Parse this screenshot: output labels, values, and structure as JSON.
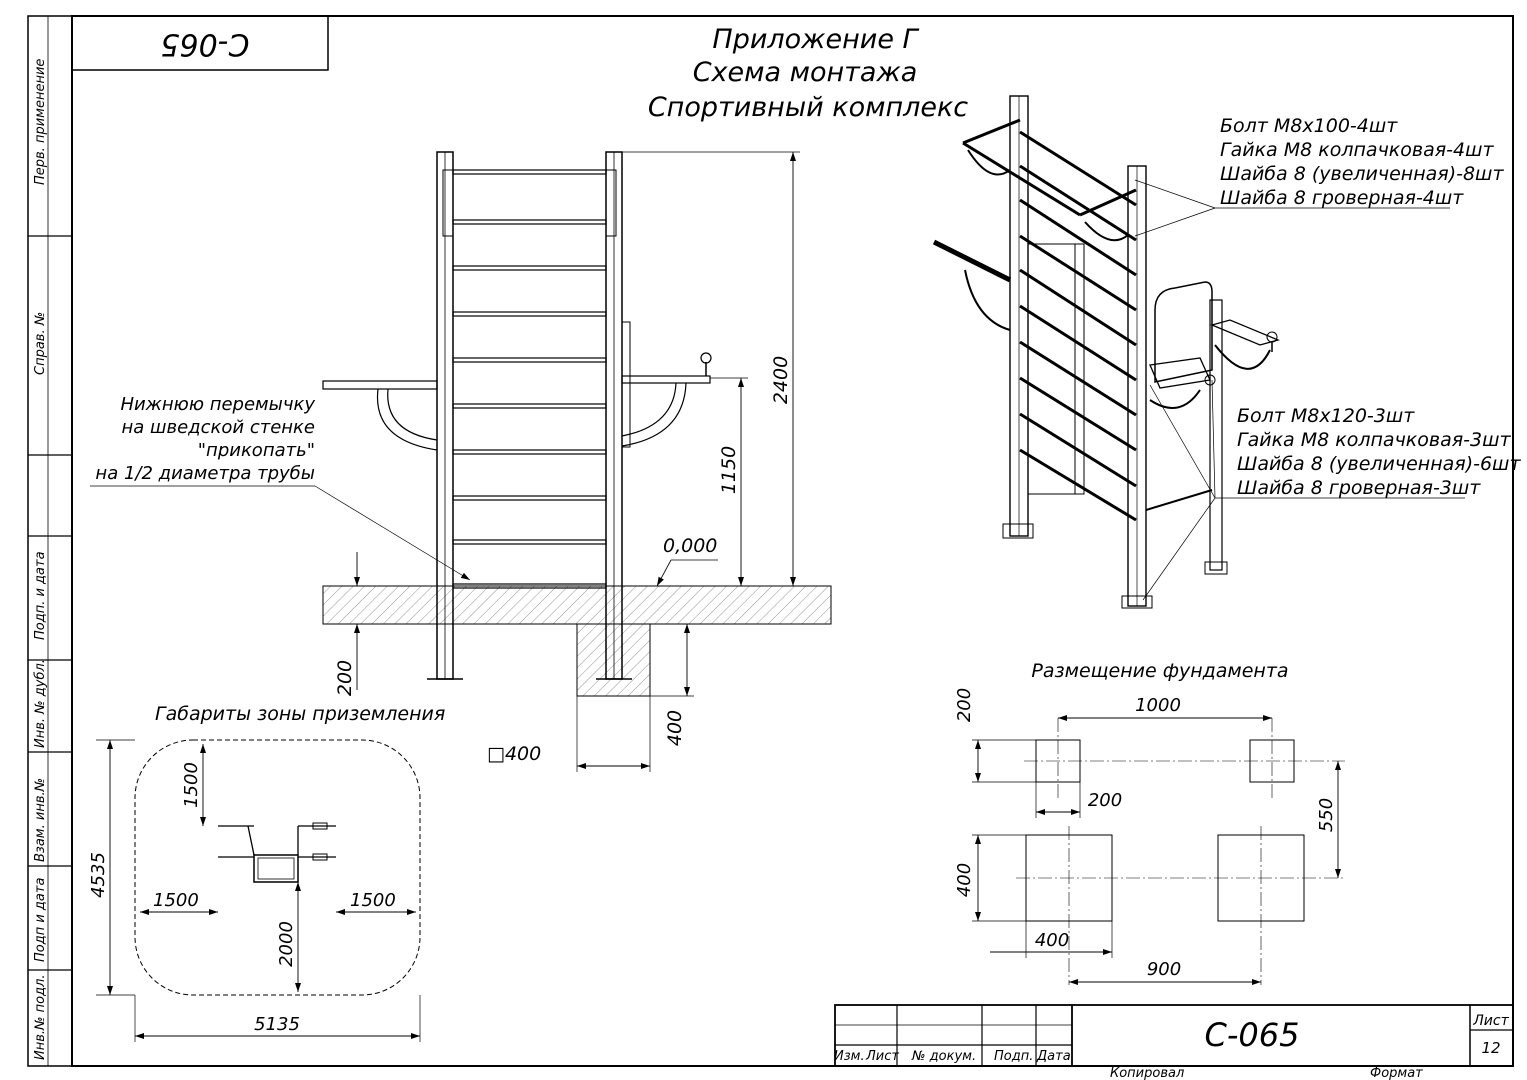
{
  "sheet": {
    "code_top": "С-065",
    "title_lines": [
      "Приложение Г",
      "Схема монтажа",
      "Спортивный комплекс"
    ],
    "side_labels": [
      "Перв. применение",
      "Справ. №",
      "Подп. и дата",
      "Инв. № дубл.",
      "Взам. инв.№",
      "Подп и дата",
      "Инв.№ подл."
    ]
  },
  "front_view": {
    "note_lines": [
      "Нижнюю перемычку",
      "на шведской стенке",
      "\"прикопать\"",
      "на 1/2 диаметра трубы"
    ],
    "dim_height_total": "2400",
    "dim_handle_height": "1150",
    "level_mark": "0,000",
    "dim_ground_depth": "200",
    "dim_foundation_depth": "400",
    "dim_foundation_size": "□400"
  },
  "iso_view": {
    "hardware_top": [
      "Болт М8х100-4шт",
      "Гайка М8 колпачковая-4шт",
      "Шайба 8 (увеличенная)-8шт",
      "Шайба 8 гроверная-4шт"
    ],
    "hardware_bottom": [
      "Болт М8х120-3шт",
      "Гайка М8 колпачковая-3шт",
      "Шайба 8 (увеличенная)-6шт",
      "Шайба 8 гроверная-3шт"
    ]
  },
  "safety_zone": {
    "title": "Габариты зоны приземления",
    "dim_top": "1500",
    "dim_left": "1500",
    "dim_right": "1500",
    "dim_inner": "2000",
    "dim_height": "4535",
    "dim_width": "5135"
  },
  "foundation_plan": {
    "title": "Размещение фундамента",
    "dim_span_top": "1000",
    "dim_small_h": "200",
    "dim_small_w": "200",
    "dim_rows": "550",
    "dim_large_h": "400",
    "dim_large_w": "400",
    "dim_span_bottom": "900"
  },
  "title_block": {
    "code": "С-065",
    "col_izm": "Изм.",
    "col_list": "Лист",
    "col_doc": "№ докум.",
    "col_sign": "Подп.",
    "col_date": "Дата",
    "sheet_label": "Лист",
    "sheet_no": "12",
    "copied": "Копировал",
    "format": "Формат"
  }
}
